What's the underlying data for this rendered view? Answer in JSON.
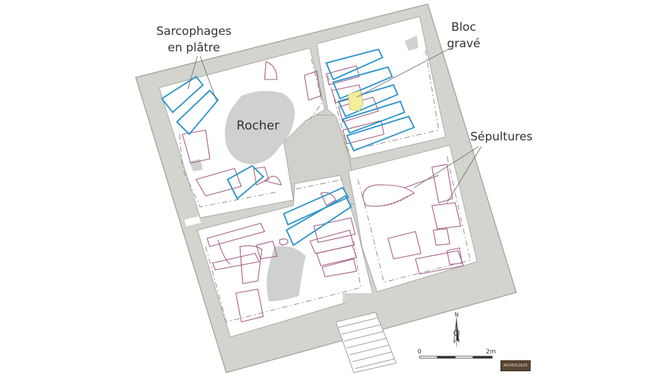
{
  "labels": {
    "sarcophages_line1": "Sarcophages",
    "sarcophages_line2": "en plâtre",
    "bloc_line1": "Bloc",
    "bloc_line2": "gravé",
    "sepultures": "Sépultures",
    "rocher": "Rocher"
  },
  "compass": {
    "north": "N"
  },
  "scale_bar": {
    "start": "0",
    "end": "2m"
  },
  "logo": {
    "text": "ARCHEOLOGIE"
  },
  "colors": {
    "wall": "#d3d4cd",
    "wall_stroke": "#a7a89f",
    "room_floor": "#ffffff",
    "rock": "#cfd0d0",
    "sarcophagus": "#2e96cc",
    "burial": "#a2577c",
    "engraved_block": "#f3ee9b",
    "dashed_line": "#8c8c8c",
    "leader": "#6e6e6e"
  }
}
